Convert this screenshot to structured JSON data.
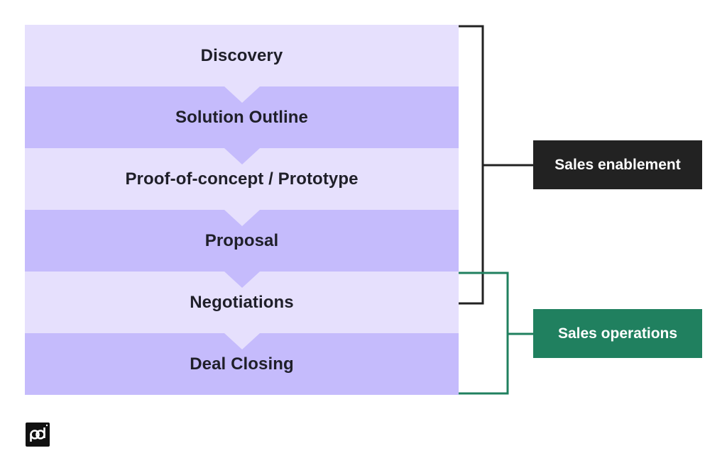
{
  "stages": [
    "Discovery",
    "Solution Outline",
    "Proof-of-concept / Prototype",
    "Proposal",
    "Negotiations",
    "Deal Closing"
  ],
  "groups": {
    "enablement": "Sales enablement",
    "operations": "Sales operations"
  },
  "colors": {
    "stage_light": "#e6e0fd",
    "stage_dark": "#c5bbfc",
    "enablement": "#222222",
    "operations": "#20805f"
  },
  "logo": "pd-logo-icon"
}
